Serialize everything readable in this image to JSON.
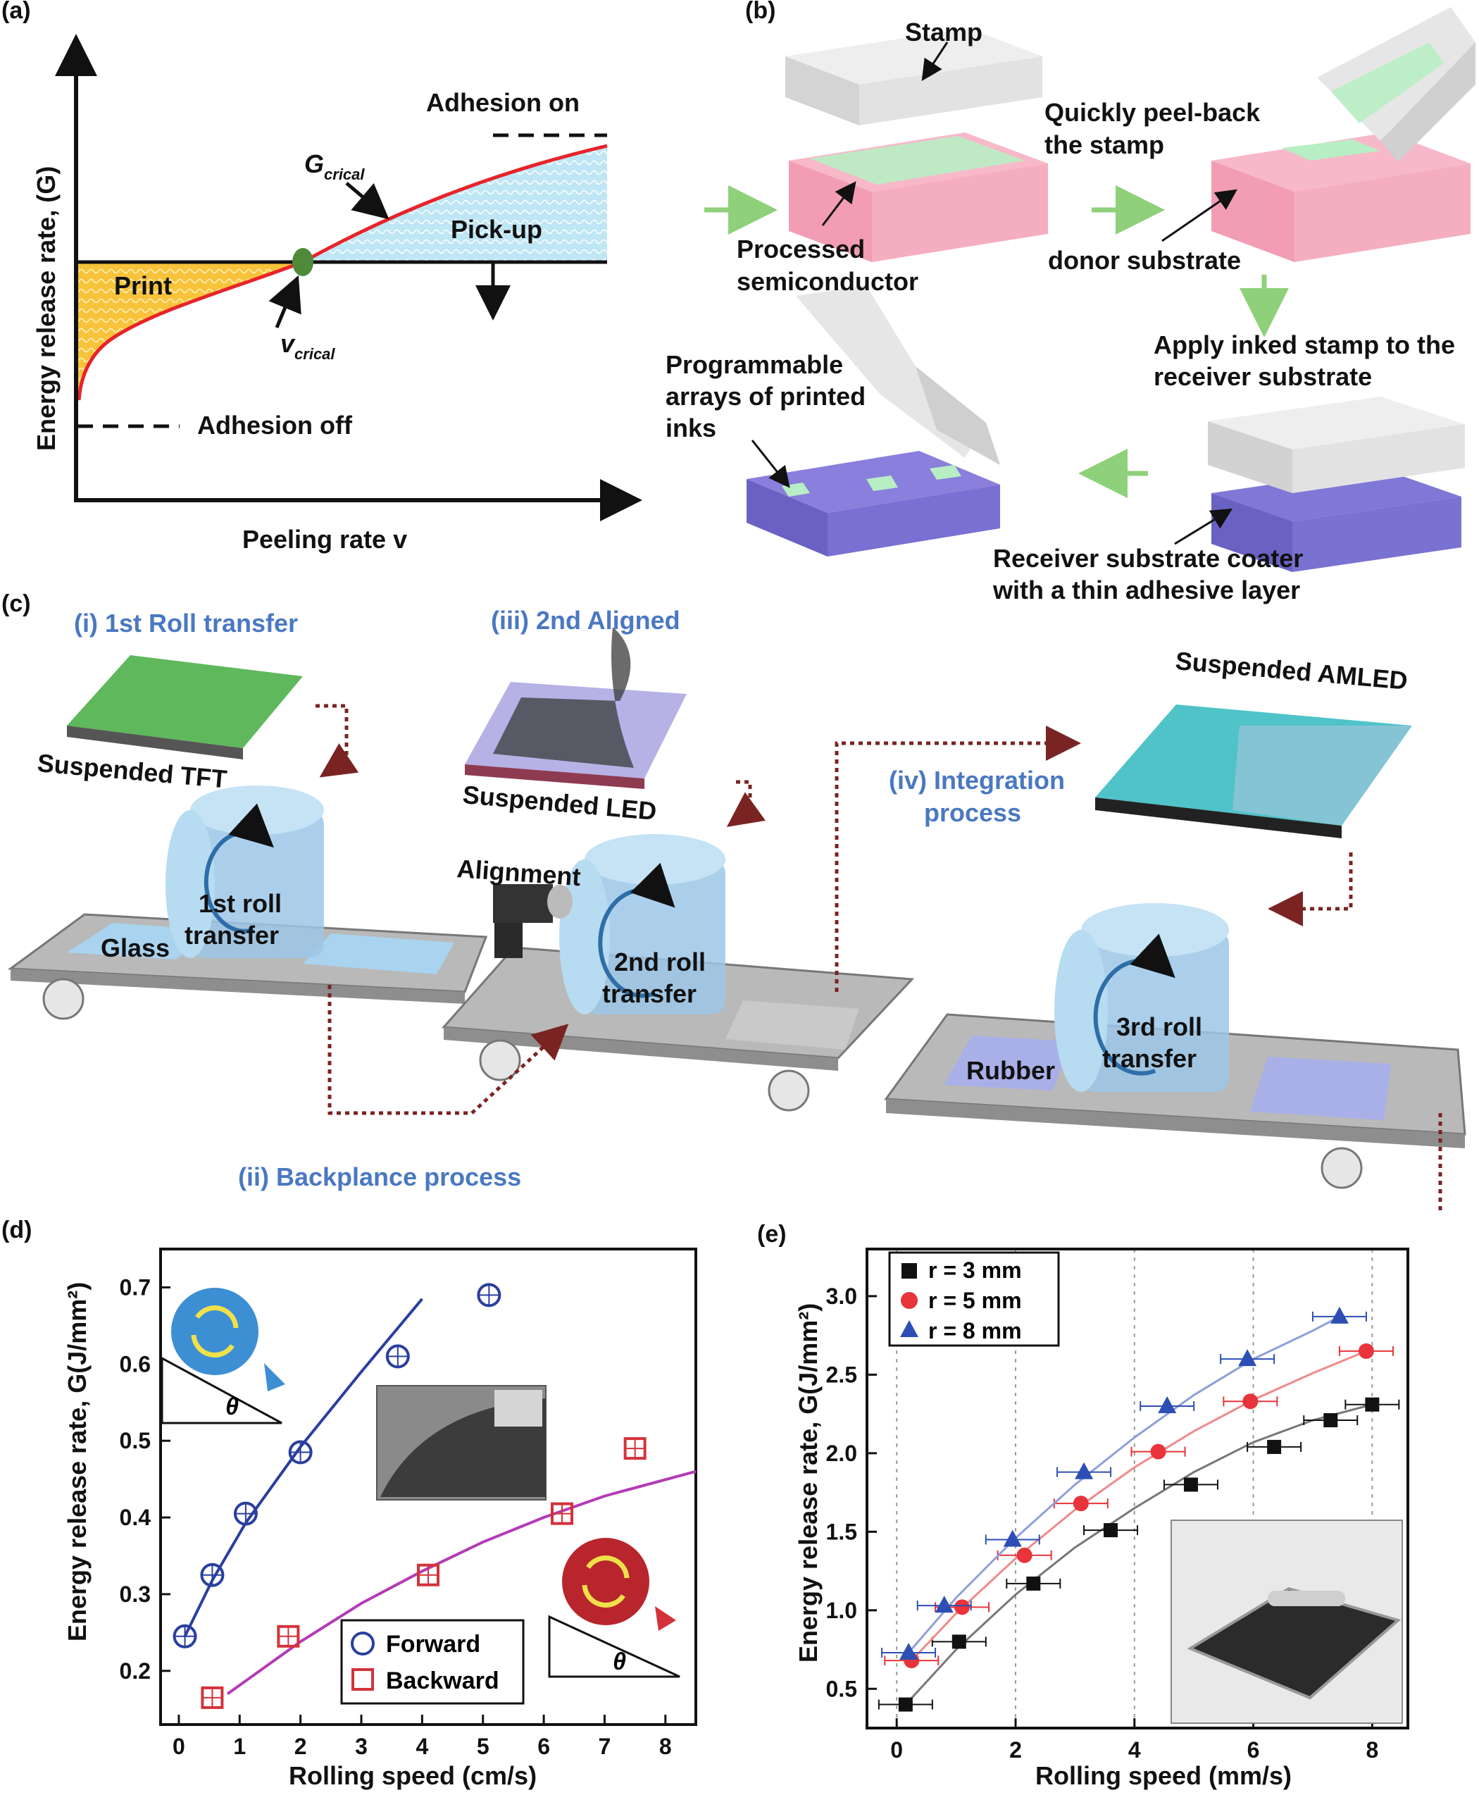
{
  "panel_labels": [
    "(a)",
    "(b)",
    "(c)",
    "(d)",
    "(e)"
  ],
  "panel_a": {
    "ylabel": "Energy release rate, (G)",
    "xlabel": "Peeling rate v",
    "adhesion_on": "Adhesion on",
    "adhesion_off": "Adhesion off",
    "g_critical": "G",
    "g_critical_sub": "crical",
    "v_critical": "v",
    "v_critical_sub": "crical",
    "print": "Print",
    "pickup": "Pick-up"
  },
  "panel_b": {
    "stamp": "Stamp",
    "peel_1": "Quickly peel-back",
    "peel_2": "the stamp",
    "processed_1": "Processed",
    "processed_2": "semiconductor",
    "donor": "donor substrate",
    "apply_1": "Apply inked stamp to the",
    "apply_2": "receiver substrate",
    "prog_1": "Programmable",
    "prog_2": "arrays of printed",
    "prog_3": "inks",
    "receiver_1": "Receiver substrate coater",
    "receiver_2": "with a thin adhesive layer"
  },
  "panel_c": {
    "step1": "(i) 1st Roll transfer",
    "step2": "(ii) Backplance process",
    "step3": "(iii) 2nd Aligned",
    "step4_1": "(iv) Integration",
    "step4_2": "process",
    "tft": "Suspended TFT",
    "led": "Suspended LED",
    "amled": "Suspended AMLED",
    "alignment": "Alignment",
    "glass": "Glass",
    "rubber": "Rubber",
    "roll1_1": "1st roll",
    "roll1_2": "transfer",
    "roll2_1": "2nd roll",
    "roll2_2": "transfer",
    "roll3_1": "3rd roll",
    "roll3_2": "transfer"
  },
  "chart_data": [
    {
      "type": "scatter",
      "panel": "(d)",
      "xlabel": "Rolling speed (cm/s)",
      "ylabel": "Energy release rate, G(J/mm²)",
      "xlim": [
        -0.3,
        8.5
      ],
      "ylim": [
        0.13,
        0.75
      ],
      "xticks": [
        "0",
        "1",
        "2",
        "3",
        "4",
        "5",
        "6",
        "7",
        "8"
      ],
      "yticks": [
        "0.2",
        "0.3",
        "0.4",
        "0.5",
        "0.6",
        "0.7"
      ],
      "grid": false,
      "legend": "bottom-center",
      "theta": "θ",
      "series": [
        {
          "name": "Forward",
          "color": "#2a3f9e",
          "fit_color": "#2a3f9e",
          "marker": "circle",
          "points": [
            [
              0.1,
              0.245
            ],
            [
              0.55,
              0.325
            ],
            [
              1.1,
              0.405
            ],
            [
              2.0,
              0.485
            ],
            [
              3.6,
              0.61
            ],
            [
              5.1,
              0.69
            ]
          ],
          "fit": [
            [
              0.1,
              0.245
            ],
            [
              0.55,
              0.318
            ],
            [
              1.1,
              0.393
            ],
            [
              2.0,
              0.492
            ],
            [
              3.0,
              0.59
            ],
            [
              4.0,
              0.685
            ]
          ]
        },
        {
          "name": "Backward",
          "color": "#d4323a",
          "fit_color": "#b43bb5",
          "marker": "square",
          "points": [
            [
              0.55,
              0.165
            ],
            [
              1.8,
              0.245
            ],
            [
              4.1,
              0.325
            ],
            [
              6.3,
              0.405
            ],
            [
              7.5,
              0.49
            ]
          ],
          "fit": [
            [
              0.8,
              0.17
            ],
            [
              2.0,
              0.238
            ],
            [
              3.0,
              0.288
            ],
            [
              4.0,
              0.33
            ],
            [
              5.0,
              0.368
            ],
            [
              6.0,
              0.4
            ],
            [
              7.0,
              0.428
            ],
            [
              8.5,
              0.46
            ]
          ]
        }
      ]
    },
    {
      "type": "scatter",
      "panel": "(e)",
      "xlabel": "Rolling speed (mm/s)",
      "ylabel": "Energy release rate, G(J/mm²)",
      "xlim": [
        -0.5,
        8.6
      ],
      "ylim": [
        0.25,
        3.3
      ],
      "xticks": [
        "0",
        "2",
        "4",
        "6",
        "8"
      ],
      "yticks": [
        "0.5",
        "1.0",
        "1.5",
        "2.0",
        "2.5",
        "3.0"
      ],
      "grid": true,
      "legend": "top-left",
      "series": [
        {
          "name": "r = 3 mm",
          "color": "#111111",
          "fit_color": "#777777",
          "marker": "square",
          "points": [
            [
              0.15,
              0.4
            ],
            [
              1.05,
              0.8
            ],
            [
              2.3,
              1.17
            ],
            [
              3.6,
              1.51
            ],
            [
              4.95,
              1.8
            ],
            [
              6.35,
              2.04
            ],
            [
              7.3,
              2.21
            ],
            [
              8.0,
              2.31
            ]
          ],
          "fit": [
            [
              0.15,
              0.4
            ],
            [
              1.0,
              0.75
            ],
            [
              2.0,
              1.1
            ],
            [
              3.0,
              1.4
            ],
            [
              4.0,
              1.65
            ],
            [
              5.0,
              1.88
            ],
            [
              6.0,
              2.07
            ],
            [
              7.0,
              2.21
            ],
            [
              8.0,
              2.31
            ]
          ]
        },
        {
          "name": "r = 5 mm",
          "color": "#e8343a",
          "fit_color": "#f08a8a",
          "marker": "circle",
          "points": [
            [
              0.25,
              0.68
            ],
            [
              1.1,
              1.02
            ],
            [
              2.15,
              1.35
            ],
            [
              3.1,
              1.68
            ],
            [
              4.4,
              2.01
            ],
            [
              5.95,
              2.33
            ],
            [
              7.9,
              2.65
            ]
          ],
          "fit": [
            [
              0.25,
              0.68
            ],
            [
              1.0,
              0.98
            ],
            [
              2.0,
              1.33
            ],
            [
              3.0,
              1.64
            ],
            [
              4.0,
              1.91
            ],
            [
              5.0,
              2.14
            ],
            [
              6.0,
              2.34
            ],
            [
              7.0,
              2.51
            ],
            [
              7.9,
              2.65
            ]
          ]
        },
        {
          "name": "r = 8 mm",
          "color": "#2d4fb5",
          "fit_color": "#8fa0d8",
          "marker": "triangle",
          "points": [
            [
              0.2,
              0.73
            ],
            [
              0.8,
              1.03
            ],
            [
              1.95,
              1.45
            ],
            [
              3.15,
              1.88
            ],
            [
              4.55,
              2.3
            ],
            [
              5.9,
              2.6
            ],
            [
              7.45,
              2.87
            ]
          ],
          "fit": [
            [
              0.2,
              0.73
            ],
            [
              1.0,
              1.08
            ],
            [
              2.0,
              1.46
            ],
            [
              3.0,
              1.8
            ],
            [
              4.0,
              2.1
            ],
            [
              5.0,
              2.37
            ],
            [
              6.0,
              2.6
            ],
            [
              7.0,
              2.78
            ],
            [
              7.45,
              2.87
            ]
          ]
        }
      ]
    }
  ]
}
